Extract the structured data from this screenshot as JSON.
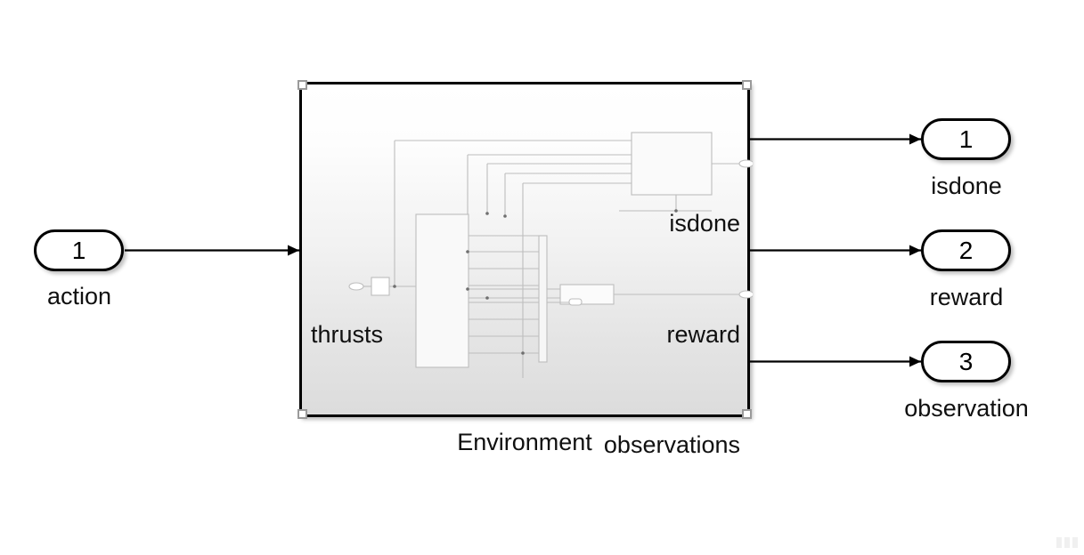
{
  "diagram": {
    "title": "Environment",
    "type": "simulink-block-diagram",
    "canvas_bg": "#ffffff"
  },
  "subsystem": {
    "caption": "Environment",
    "selected": true,
    "border_color": "#000000",
    "fill_gradient_top": "#ffffff",
    "fill_gradient_bottom": "#dcdcdc",
    "handle_color": "#9a9a9a",
    "input_ports": [
      {
        "label": "thrusts"
      }
    ],
    "output_ports": [
      {
        "label": "isdone"
      },
      {
        "label": "reward"
      },
      {
        "label": "observations"
      }
    ]
  },
  "inports": [
    {
      "number": "1",
      "caption": "action"
    }
  ],
  "outports": [
    {
      "number": "1",
      "caption": "isdone"
    },
    {
      "number": "2",
      "caption": "reward"
    },
    {
      "number": "3",
      "caption": "observation"
    }
  ],
  "signals": [
    {
      "from": "action",
      "to": "thrusts"
    },
    {
      "from": "isdone",
      "to": "isdone-outport"
    },
    {
      "from": "reward",
      "to": "reward-outport"
    },
    {
      "from": "observations",
      "to": "observation-outport"
    }
  ],
  "watermark": {
    "bars": 3,
    "color": "#f0f0f0"
  }
}
